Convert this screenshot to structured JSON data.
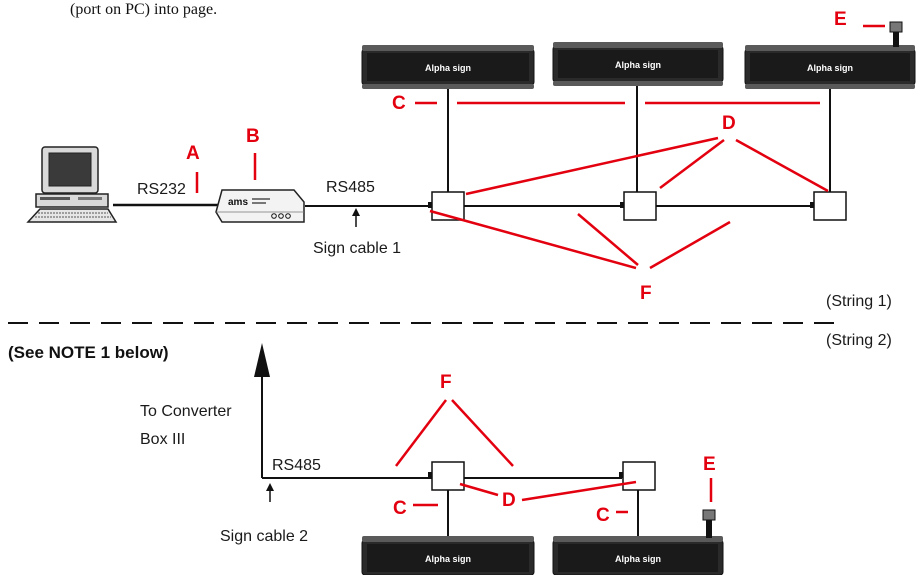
{
  "header_partial": "(port on PC) into page.",
  "letters": {
    "a": "A",
    "b": "B",
    "c": "C",
    "d": "D",
    "e": "E",
    "f": "F"
  },
  "labels": {
    "rs232": "RS232",
    "rs485": "RS485",
    "sign_cable_1": "Sign cable 1",
    "sign_cable_2": "Sign cable 2",
    "string_1": "(String 1)",
    "string_2": "(String 2)",
    "see_note": "(See NOTE 1 below)",
    "to_converter_line1": "To Converter",
    "to_converter_line2": "Box III"
  },
  "sign_label": "Alpha sign",
  "converter_logo": "ams",
  "colors": {
    "accent": "#e3000f",
    "line": "#111111",
    "sign_body": "#2a2a2a"
  }
}
